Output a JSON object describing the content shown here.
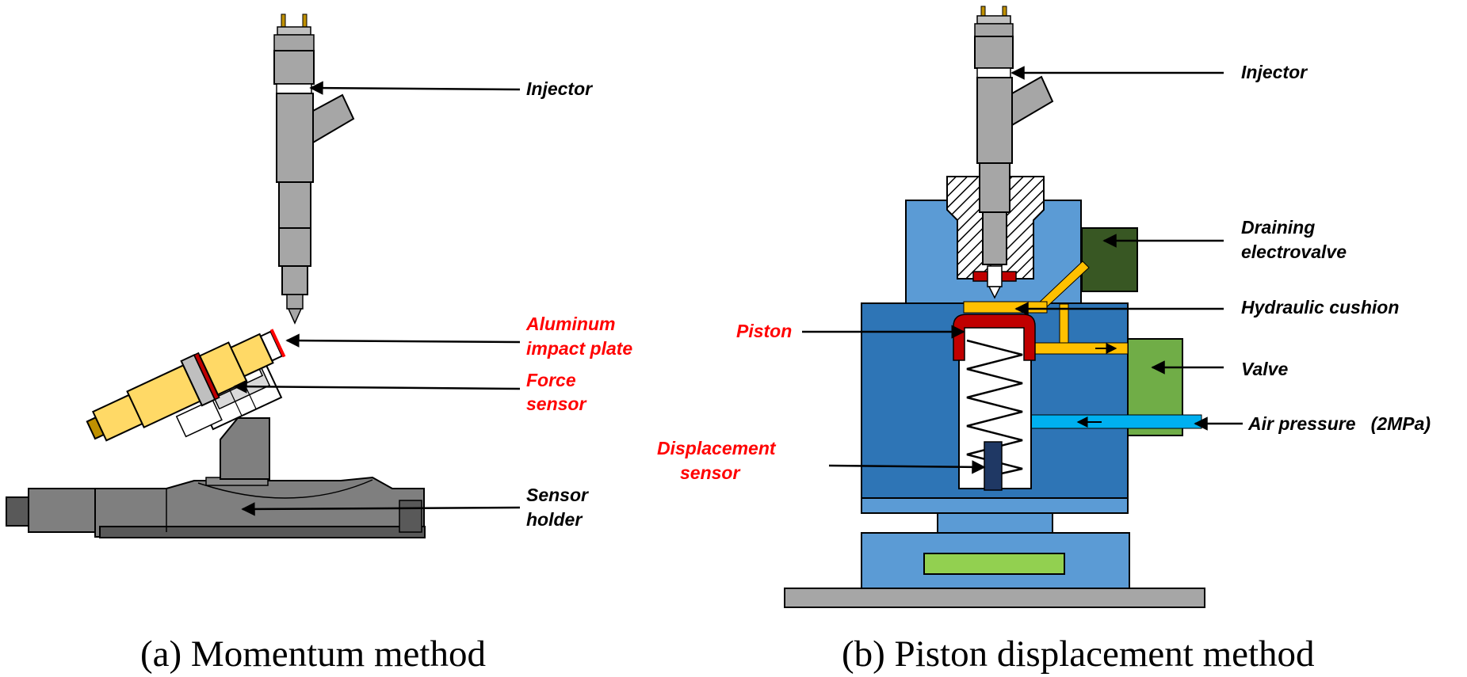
{
  "panel_a": {
    "caption": "(a) Momentum method",
    "labels": {
      "injector": "Injector",
      "aluminum_line1": "Aluminum",
      "aluminum_line2": "impact plate",
      "force_line1": "Force",
      "force_line2": "sensor",
      "holder_line1": "Sensor",
      "holder_line2": "holder"
    }
  },
  "panel_b": {
    "caption": "(b) Piston displacement method",
    "labels": {
      "injector": "Injector",
      "draining_line1": "Draining",
      "draining_line2": "electrovalve",
      "hydraulic": "Hydraulic cushion",
      "piston": "Piston",
      "valve": "Valve",
      "air_pressure": "Air pressure   (2MPa)",
      "displacement_line1": "Displacement",
      "displacement_line2": "sensor"
    }
  },
  "colors": {
    "label_black": "#000000",
    "label_red": "#ff0000",
    "injector_gray": "#a6a6a6",
    "body_blue": "#2e75b6",
    "light_blue": "#5b9bd5",
    "dark_green": "#385723",
    "green": "#70ad47",
    "light_green": "#92d050",
    "oil_yellow": "#ffc000",
    "piston_red": "#c00000",
    "air_blue": "#00b0f0",
    "sensor_yellow": "#ffd966",
    "holder_gray": "#595959"
  }
}
